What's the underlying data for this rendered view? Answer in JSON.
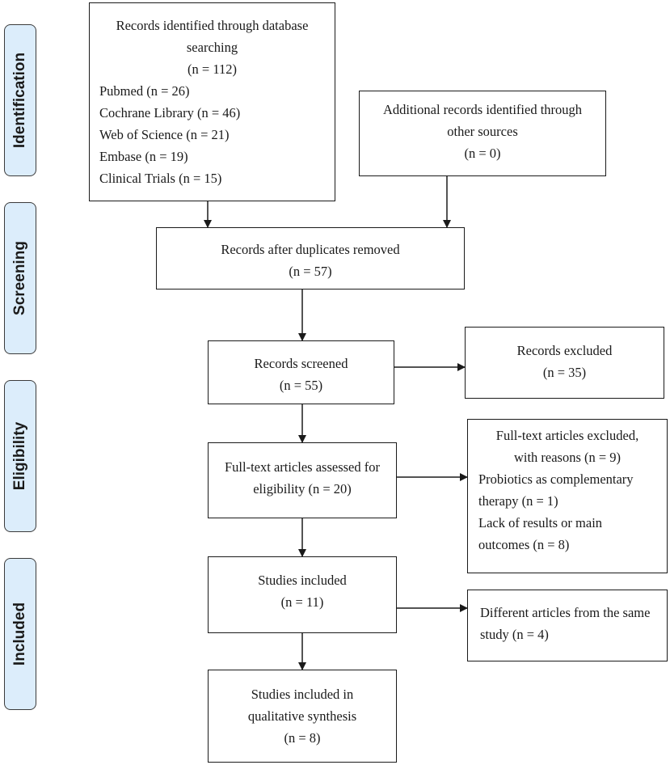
{
  "phases": {
    "identification": "Identification",
    "screening": "Screening",
    "eligibility": "Eligibility",
    "included": "Included"
  },
  "boxes": {
    "database_search": {
      "title_lines": [
        "Records identified through database",
        "searching"
      ],
      "count": "(n = 112)",
      "sources": [
        "Pubmed (n = 26)",
        "Cochrane Library (n = 46)",
        "Web of Science (n = 21)",
        "Embase (n = 19)",
        "Clinical Trials (n = 15)"
      ]
    },
    "additional_records": {
      "lines": [
        "Additional records identified through",
        "other sources",
        "(n = 0)"
      ]
    },
    "after_duplicates": {
      "lines": [
        "Records after duplicates removed",
        "(n = 57)"
      ]
    },
    "screened": {
      "lines": [
        "Records screened",
        "(n = 55)"
      ]
    },
    "excluded": {
      "lines": [
        "Records excluded",
        "(n = 35)"
      ]
    },
    "fulltext_assessed": {
      "lines": [
        "Full-text articles assessed for",
        "eligibility (n = 20)"
      ]
    },
    "fulltext_excluded": {
      "title_lines": [
        "Full-text articles excluded,",
        "with reasons (n = 9)"
      ],
      "reasons": [
        "Probiotics as complementary",
        "therapy (n = 1)",
        "Lack of results or main",
        "outcomes (n = 8)"
      ]
    },
    "studies_included": {
      "lines": [
        "Studies included",
        "(n = 11)"
      ]
    },
    "different_articles": {
      "lines": [
        "Different articles from the same",
        "study (n = 4)"
      ]
    },
    "qualitative": {
      "lines": [
        "Studies included in",
        "qualitative synthesis",
        "(n = 8)"
      ]
    }
  }
}
